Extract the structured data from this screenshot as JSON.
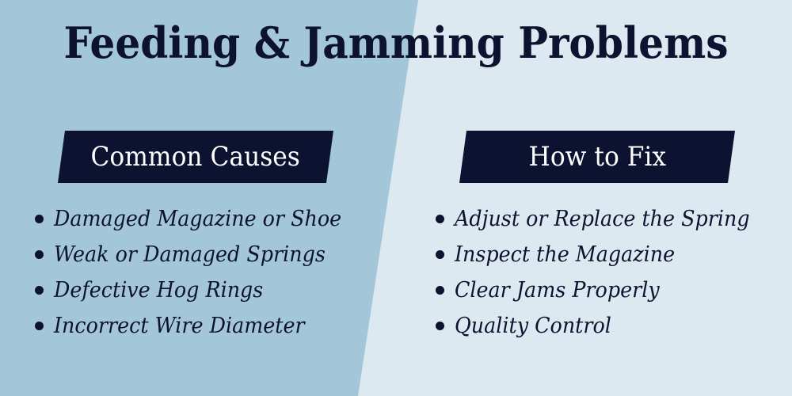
{
  "title": "Feeding & Jamming Problems",
  "colors": {
    "left_panel": "#a3c6d8",
    "right_panel": "#dde9f0",
    "navy": "#0c1230",
    "banner_text": "#ffffff"
  },
  "left_column": {
    "heading": "Common Causes",
    "items": [
      "Damaged Magazine or Shoe",
      "Weak or Damaged Springs",
      "Defective Hog Rings",
      "Incorrect Wire Diameter"
    ]
  },
  "right_column": {
    "heading": "How to Fix",
    "items": [
      "Adjust or Replace the Spring",
      "Inspect the Magazine",
      "Clear Jams Properly",
      "Quality Control"
    ]
  }
}
